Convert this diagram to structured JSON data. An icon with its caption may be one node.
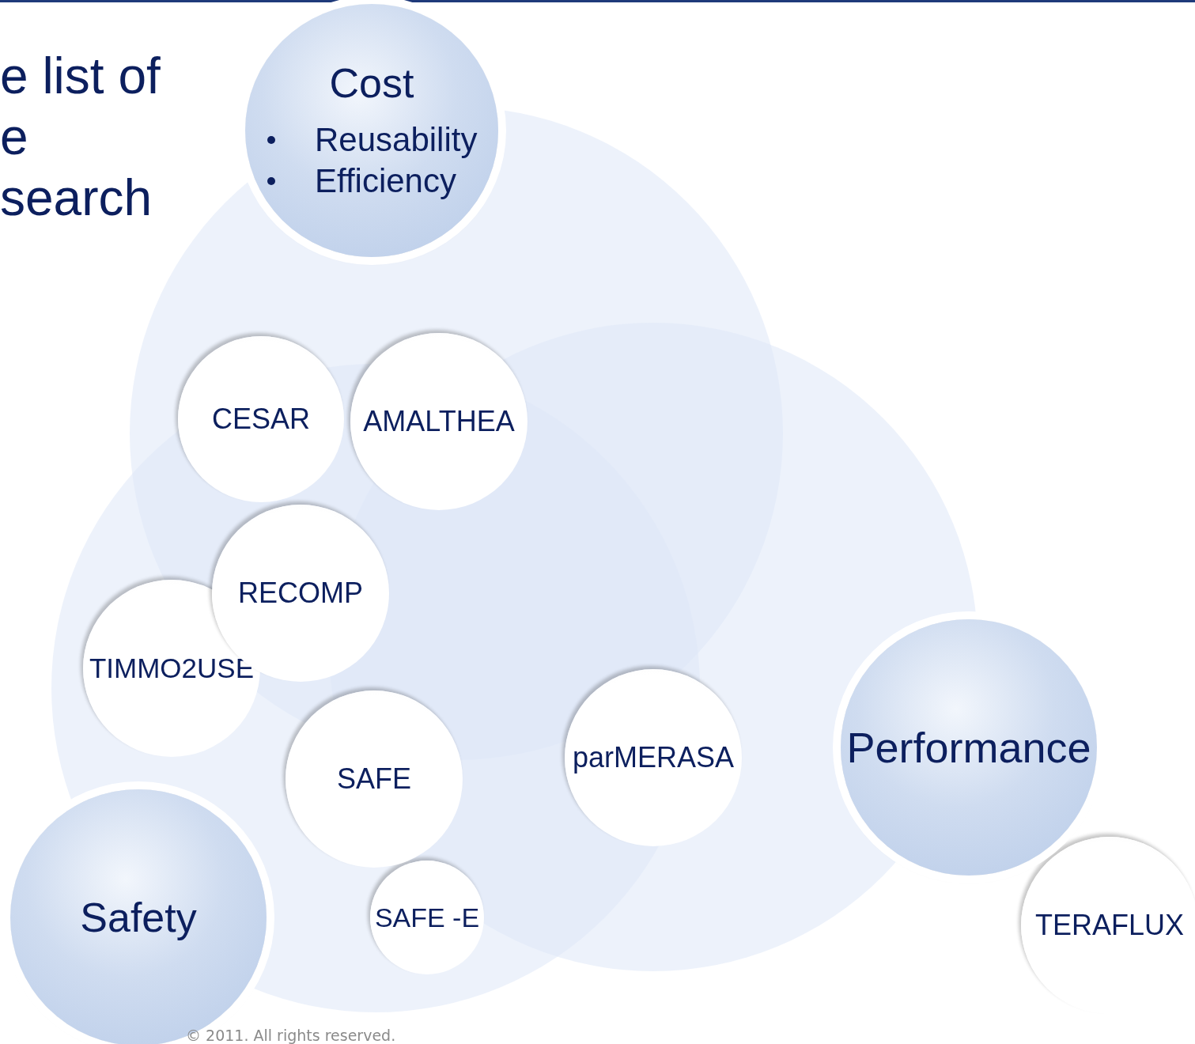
{
  "diagram": {
    "title": "e list of e search",
    "nodes": [
      {
        "text": [
          "Cost",
          "Reusability",
          "Efficiency"
        ]
      },
      {
        "text": [
          "CESAR"
        ]
      },
      {
        "text": [
          "AMALTHEA"
        ]
      },
      {
        "text": [
          "RECOMP"
        ]
      },
      {
        "text": [
          "TIMMO2USE"
        ]
      },
      {
        "text": [
          "SAFE"
        ]
      },
      {
        "text": [
          "parMERASA"
        ]
      },
      {
        "text": [
          "Performance"
        ]
      },
      {
        "text": [
          "SAFE -E"
        ]
      },
      {
        "text": [
          "Safety"
        ]
      },
      {
        "text": [
          "TERAFLUX"
        ]
      }
    ],
    "labels": [
      "© 2011. All rights reserved."
    ]
  }
}
